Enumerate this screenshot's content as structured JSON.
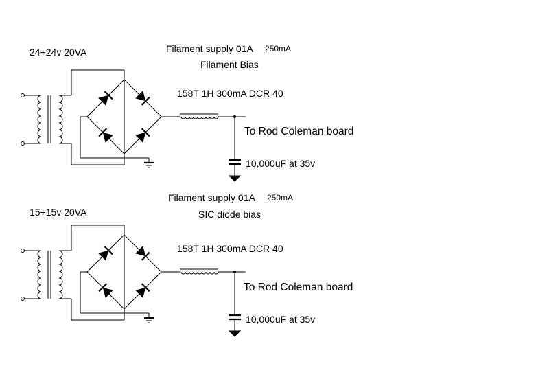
{
  "circuits": [
    {
      "transformer_label": "24+24v 20VA",
      "title_line1": "Filament supply 01A",
      "title_current": "250mA",
      "title_line2": "Filament Bias",
      "choke_label": "158T 1H 300mA DCR 40",
      "output_label": "To Rod Coleman board",
      "capacitor_label": "10,000uF at 35v"
    },
    {
      "transformer_label": "15+15v 20VA",
      "title_line1": "Filament supply 01A",
      "title_current": "250mA",
      "title_line2": "SIC diode bias",
      "choke_label": "158T 1H 300mA DCR 40",
      "output_label": "To Rod Coleman board",
      "capacitor_label": "10,000uF at 35v"
    }
  ]
}
